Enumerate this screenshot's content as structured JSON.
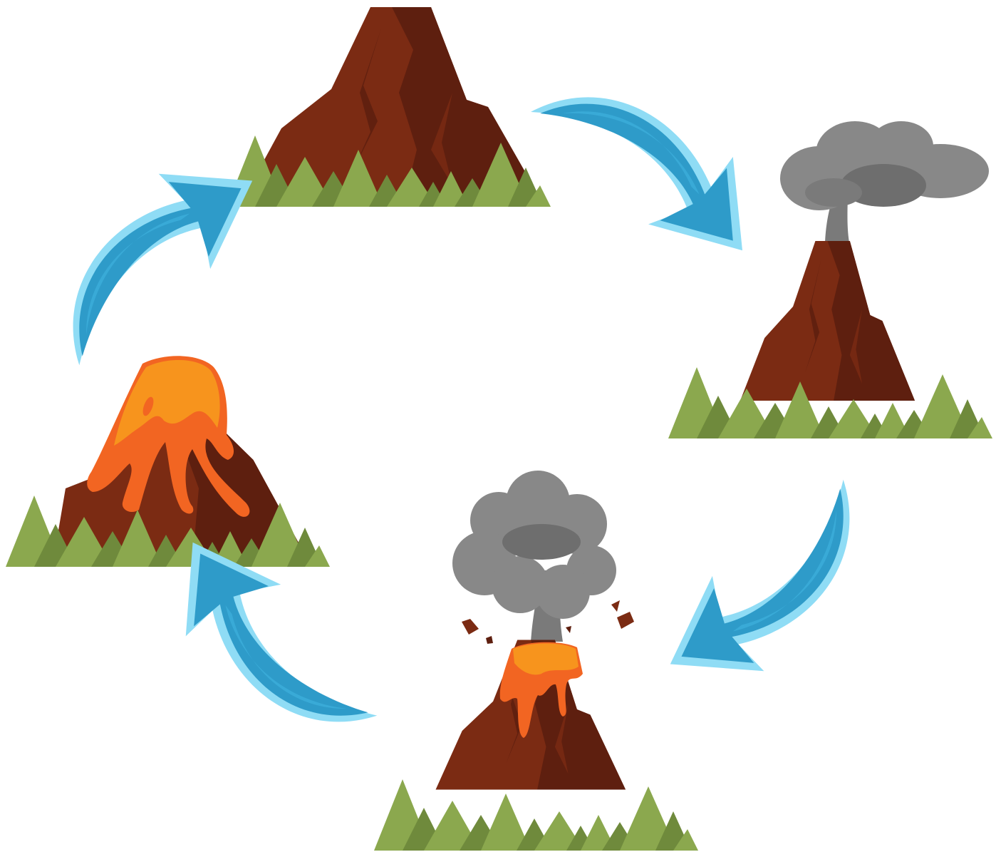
{
  "diagram": {
    "type": "cycle",
    "stages": [
      {
        "id": "dormant",
        "icon": "dormant-volcano-icon"
      },
      {
        "id": "smoking",
        "icon": "smoking-volcano-icon"
      },
      {
        "id": "erupting",
        "icon": "erupting-volcano-icon"
      },
      {
        "id": "lava-flow",
        "icon": "lava-flow-volcano-icon"
      }
    ],
    "arrows": [
      {
        "from": "dormant",
        "to": "smoking",
        "icon": "curved-arrow-icon"
      },
      {
        "from": "smoking",
        "to": "erupting",
        "icon": "curved-arrow-icon"
      },
      {
        "from": "erupting",
        "to": "lava-flow",
        "icon": "curved-arrow-icon"
      },
      {
        "from": "lava-flow",
        "to": "dormant",
        "icon": "curved-arrow-icon"
      }
    ],
    "colors": {
      "rock_light": "#7b2b13",
      "rock_dark": "#5e1f0f",
      "tree_light": "#8ba84e",
      "tree_dark": "#6f8a3c",
      "smoke": "#888888",
      "smoke_dark": "#6e6e6e",
      "lava_orange": "#f7941d",
      "lava_red": "#f26522",
      "arrow_fill": "#2e9bc9",
      "arrow_outline": "#8fdcf5"
    }
  }
}
